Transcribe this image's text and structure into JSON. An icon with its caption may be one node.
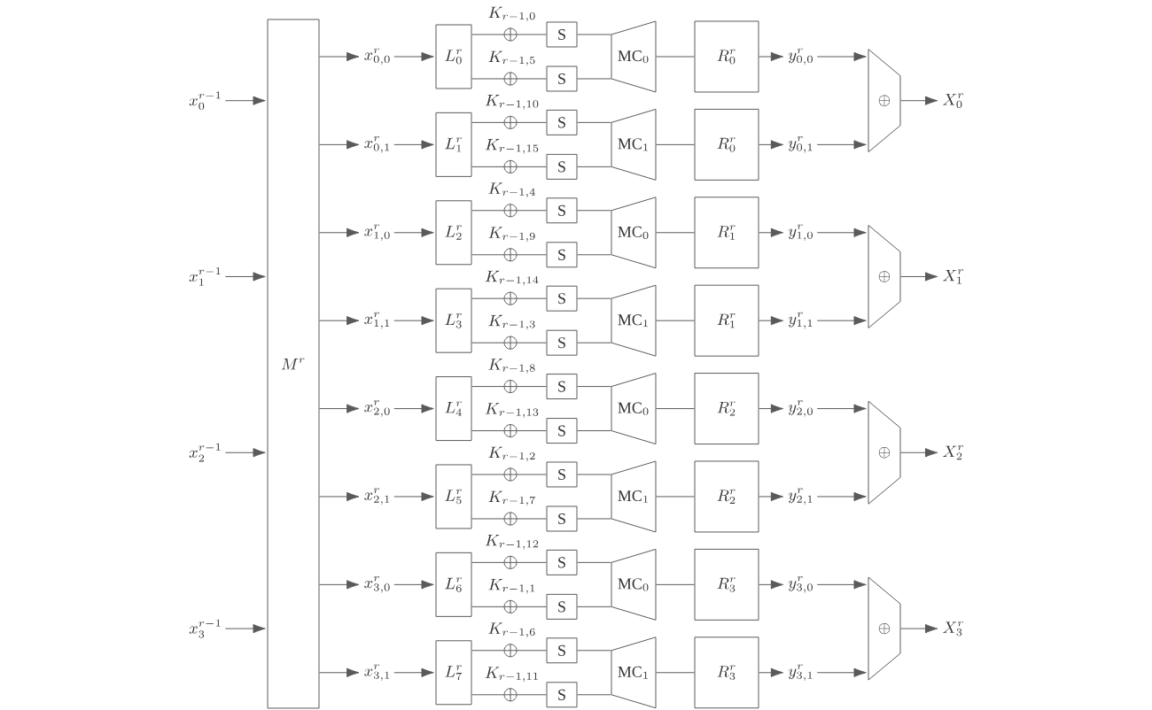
{
  "diagram": {
    "nodes": [
      {
        "text": [
          "x_{0}^{r-1}"
        ]
      },
      {
        "text": [
          "x_{1}^{r-1}"
        ]
      },
      {
        "text": [
          "x_{2}^{r-1}"
        ]
      },
      {
        "text": [
          "x_{3}^{r-1}"
        ]
      },
      {
        "text": [
          "M^{r}"
        ]
      },
      {
        "text": [
          "x_{0,0}^{r}"
        ]
      },
      {
        "text": [
          "x_{0,1}^{r}"
        ]
      },
      {
        "text": [
          "x_{1,0}^{r}"
        ]
      },
      {
        "text": [
          "x_{1,1}^{r}"
        ]
      },
      {
        "text": [
          "x_{2,0}^{r}"
        ]
      },
      {
        "text": [
          "x_{2,1}^{r}"
        ]
      },
      {
        "text": [
          "x_{3,0}^{r}"
        ]
      },
      {
        "text": [
          "x_{3,1}^{r}"
        ]
      },
      {
        "text": [
          "L_{0}^{r}"
        ]
      },
      {
        "text": [
          "L_{1}^{r}"
        ]
      },
      {
        "text": [
          "L_{2}^{r}"
        ]
      },
      {
        "text": [
          "L_{3}^{r}"
        ]
      },
      {
        "text": [
          "L_{4}^{r}"
        ]
      },
      {
        "text": [
          "L_{5}^{r}"
        ]
      },
      {
        "text": [
          "L_{6}^{r}"
        ]
      },
      {
        "text": [
          "L_{7}^{r}"
        ]
      },
      {
        "text": [],
        "shape": "circle",
        "beside": [
          "K_{r-1,0}"
        ]
      },
      {
        "text": [],
        "shape": "circle",
        "beside": [
          "K_{r-1,5}"
        ]
      },
      {
        "text": [],
        "shape": "circle",
        "beside": [
          "K_{r-1,10}"
        ]
      },
      {
        "text": [],
        "shape": "circle",
        "beside": [
          "K_{r-1,15}"
        ]
      },
      {
        "text": [],
        "shape": "circle",
        "beside": [
          "K_{r-1,4}"
        ]
      },
      {
        "text": [],
        "shape": "circle",
        "beside": [
          "K_{r-1,9}"
        ]
      },
      {
        "text": [],
        "shape": "circle",
        "beside": [
          "K_{r-1,14}"
        ]
      },
      {
        "text": [],
        "shape": "circle",
        "beside": [
          "K_{r-1,3}"
        ]
      },
      {
        "text": [],
        "shape": "circle",
        "beside": [
          "K_{r-1,8}"
        ]
      },
      {
        "text": [],
        "shape": "circle",
        "beside": [
          "K_{r-1,13}"
        ]
      },
      {
        "text": [],
        "shape": "circle",
        "beside": [
          "K_{r-1,2}"
        ]
      },
      {
        "text": [],
        "shape": "circle",
        "beside": [
          "K_{r-1,7}"
        ]
      },
      {
        "text": [],
        "shape": "circle",
        "beside": [
          "K_{r-1,12}"
        ]
      },
      {
        "text": [],
        "shape": "circle",
        "beside": [
          "K_{r-1,1}"
        ]
      },
      {
        "text": [],
        "shape": "circle",
        "beside": [
          "K_{r-1,6}"
        ]
      },
      {
        "text": [],
        "shape": "circle",
        "beside": [
          "K_{r-1,11}"
        ]
      },
      {
        "text": [
          "S"
        ]
      },
      {
        "text": [
          "S"
        ]
      },
      {
        "text": [
          "S"
        ]
      },
      {
        "text": [
          "S"
        ]
      },
      {
        "text": [
          "S"
        ]
      },
      {
        "text": [
          "S"
        ]
      },
      {
        "text": [
          "S"
        ]
      },
      {
        "text": [
          "S"
        ]
      },
      {
        "text": [
          "S"
        ]
      },
      {
        "text": [
          "S"
        ]
      },
      {
        "text": [
          "S"
        ]
      },
      {
        "text": [
          "S"
        ]
      },
      {
        "text": [
          "S"
        ]
      },
      {
        "text": [
          "S"
        ]
      },
      {
        "text": [
          "S"
        ]
      },
      {
        "text": [
          "S"
        ]
      },
      {
        "text": [
          "\\mathrm{MC}_{0}"
        ]
      },
      {
        "text": [
          "\\mathrm{MC}_{1}"
        ]
      },
      {
        "text": [
          "\\mathrm{MC}_{0}"
        ]
      },
      {
        "text": [
          "\\mathrm{MC}_{1}"
        ]
      },
      {
        "text": [
          "\\mathrm{MC}_{0}"
        ]
      },
      {
        "text": [
          "\\mathrm{MC}_{1}"
        ]
      },
      {
        "text": [
          "\\mathrm{MC}_{0}"
        ]
      },
      {
        "text": [
          "\\mathrm{MC}_{1}"
        ]
      },
      {
        "text": [
          "R_{0}^{r}"
        ]
      },
      {
        "text": [
          "R_{0}^{r}"
        ]
      },
      {
        "text": [
          "R_{1}^{r}"
        ]
      },
      {
        "text": [
          "R_{1}^{r}"
        ]
      },
      {
        "text": [
          "R_{2}^{r}"
        ]
      },
      {
        "text": [
          "R_{2}^{r}"
        ]
      },
      {
        "text": [
          "R_{3}^{r}"
        ]
      },
      {
        "text": [
          "R_{3}^{r}"
        ]
      },
      {
        "text": [
          "y_{0,0}^{r}"
        ]
      },
      {
        "text": [
          "y_{0,1}^{r}"
        ]
      },
      {
        "text": [
          "y_{1,0}^{r}"
        ]
      },
      {
        "text": [
          "y_{1,1}^{r}"
        ]
      },
      {
        "text": [
          "y_{2,0}^{r}"
        ]
      },
      {
        "text": [
          "y_{2,1}^{r}"
        ]
      },
      {
        "text": [
          "y_{3,0}^{r}"
        ]
      },
      {
        "text": [
          "y_{3,1}^{r}"
        ]
      },
      {
        "text": [
          "\\oplus"
        ]
      },
      {
        "text": [
          "\\oplus"
        ]
      },
      {
        "text": [
          "\\oplus"
        ]
      },
      {
        "text": [
          "\\oplus"
        ]
      },
      {
        "text": [
          "X_{0}^{r}"
        ]
      },
      {
        "text": [
          "X_{1}^{r}"
        ]
      },
      {
        "text": [
          "X_{2}^{r}"
        ]
      },
      {
        "text": [
          "X_{3}^{r}"
        ]
      }
    ],
    "edges": [
      {
        "from": 0,
        "to": 4,
        "arrow": "to"
      },
      {
        "from": 1,
        "to": 4,
        "arrow": "to"
      },
      {
        "from": 2,
        "to": 4,
        "arrow": "to"
      },
      {
        "from": 3,
        "to": 4,
        "arrow": "to"
      },
      {
        "from": 4,
        "to": 5,
        "arrow": "to"
      },
      {
        "from": 4,
        "to": 6,
        "arrow": "to"
      },
      {
        "from": 4,
        "to": 7,
        "arrow": "to"
      },
      {
        "from": 4,
        "to": 8,
        "arrow": "to"
      },
      {
        "from": 4,
        "to": 9,
        "arrow": "to"
      },
      {
        "from": 4,
        "to": 10,
        "arrow": "to"
      },
      {
        "from": 4,
        "to": 11,
        "arrow": "to"
      },
      {
        "from": 4,
        "to": 12,
        "arrow": "to"
      },
      {
        "from": 5,
        "to": 13,
        "arrow": "to"
      },
      {
        "from": 6,
        "to": 14,
        "arrow": "to"
      },
      {
        "from": 7,
        "to": 15,
        "arrow": "to"
      },
      {
        "from": 8,
        "to": 16,
        "arrow": "to"
      },
      {
        "from": 9,
        "to": 17,
        "arrow": "to"
      },
      {
        "from": 10,
        "to": 18,
        "arrow": "to"
      },
      {
        "from": 11,
        "to": 19,
        "arrow": "to"
      },
      {
        "from": 12,
        "to": 20,
        "arrow": "to"
      },
      {
        "from": 13,
        "to": 21,
        "arrow": "none"
      },
      {
        "from": 13,
        "to": 22,
        "arrow": "none"
      },
      {
        "from": 14,
        "to": 23,
        "arrow": "none"
      },
      {
        "from": 14,
        "to": 24,
        "arrow": "none"
      },
      {
        "from": 15,
        "to": 25,
        "arrow": "none"
      },
      {
        "from": 15,
        "to": 26,
        "arrow": "none"
      },
      {
        "from": 16,
        "to": 27,
        "arrow": "none"
      },
      {
        "from": 16,
        "to": 28,
        "arrow": "none"
      },
      {
        "from": 17,
        "to": 29,
        "arrow": "none"
      },
      {
        "from": 17,
        "to": 30,
        "arrow": "none"
      },
      {
        "from": 18,
        "to": 31,
        "arrow": "none"
      },
      {
        "from": 18,
        "to": 32,
        "arrow": "none"
      },
      {
        "from": 19,
        "to": 33,
        "arrow": "none"
      },
      {
        "from": 19,
        "to": 34,
        "arrow": "none"
      },
      {
        "from": 20,
        "to": 35,
        "arrow": "none"
      },
      {
        "from": 20,
        "to": 36,
        "arrow": "none"
      },
      {
        "from": 21,
        "to": 37,
        "arrow": "none"
      },
      {
        "from": 22,
        "to": 38,
        "arrow": "none"
      },
      {
        "from": 23,
        "to": 39,
        "arrow": "none"
      },
      {
        "from": 24,
        "to": 40,
        "arrow": "none"
      },
      {
        "from": 25,
        "to": 41,
        "arrow": "none"
      },
      {
        "from": 26,
        "to": 42,
        "arrow": "none"
      },
      {
        "from": 27,
        "to": 43,
        "arrow": "none"
      },
      {
        "from": 28,
        "to": 44,
        "arrow": "none"
      },
      {
        "from": 29,
        "to": 45,
        "arrow": "none"
      },
      {
        "from": 30,
        "to": 46,
        "arrow": "none"
      },
      {
        "from": 31,
        "to": 47,
        "arrow": "none"
      },
      {
        "from": 32,
        "to": 48,
        "arrow": "none"
      },
      {
        "from": 33,
        "to": 49,
        "arrow": "none"
      },
      {
        "from": 34,
        "to": 50,
        "arrow": "none"
      },
      {
        "from": 35,
        "to": 51,
        "arrow": "none"
      },
      {
        "from": 36,
        "to": 52,
        "arrow": "none"
      },
      {
        "from": 37,
        "to": 53,
        "arrow": "none"
      },
      {
        "from": 38,
        "to": 53,
        "arrow": "none"
      },
      {
        "from": 39,
        "to": 54,
        "arrow": "none"
      },
      {
        "from": 40,
        "to": 54,
        "arrow": "none"
      },
      {
        "from": 41,
        "to": 55,
        "arrow": "none"
      },
      {
        "from": 42,
        "to": 55,
        "arrow": "none"
      },
      {
        "from": 43,
        "to": 56,
        "arrow": "none"
      },
      {
        "from": 44,
        "to": 56,
        "arrow": "none"
      },
      {
        "from": 45,
        "to": 57,
        "arrow": "none"
      },
      {
        "from": 46,
        "to": 57,
        "arrow": "none"
      },
      {
        "from": 47,
        "to": 58,
        "arrow": "none"
      },
      {
        "from": 48,
        "to": 58,
        "arrow": "none"
      },
      {
        "from": 49,
        "to": 59,
        "arrow": "none"
      },
      {
        "from": 50,
        "to": 59,
        "arrow": "none"
      },
      {
        "from": 51,
        "to": 60,
        "arrow": "none"
      },
      {
        "from": 52,
        "to": 60,
        "arrow": "none"
      },
      {
        "from": 53,
        "to": 61,
        "arrow": "none"
      },
      {
        "from": 54,
        "to": 62,
        "arrow": "none"
      },
      {
        "from": 55,
        "to": 63,
        "arrow": "none"
      },
      {
        "from": 56,
        "to": 64,
        "arrow": "none"
      },
      {
        "from": 57,
        "to": 65,
        "arrow": "none"
      },
      {
        "from": 58,
        "to": 66,
        "arrow": "none"
      },
      {
        "from": 59,
        "to": 67,
        "arrow": "none"
      },
      {
        "from": 60,
        "to": 68,
        "arrow": "none"
      },
      {
        "from": 61,
        "to": 69,
        "arrow": "to"
      },
      {
        "from": 62,
        "to": 70,
        "arrow": "to"
      },
      {
        "from": 63,
        "to": 71,
        "arrow": "to"
      },
      {
        "from": 64,
        "to": 72,
        "arrow": "to"
      },
      {
        "from": 65,
        "to": 73,
        "arrow": "to"
      },
      {
        "from": 66,
        "to": 74,
        "arrow": "to"
      },
      {
        "from": 67,
        "to": 75,
        "arrow": "to"
      },
      {
        "from": 68,
        "to": 76,
        "arrow": "to"
      },
      {
        "from": 69,
        "to": 77,
        "arrow": "to"
      },
      {
        "from": 70,
        "to": 77,
        "arrow": "to"
      },
      {
        "from": 71,
        "to": 78,
        "arrow": "to"
      },
      {
        "from": 72,
        "to": 78,
        "arrow": "to"
      },
      {
        "from": 73,
        "to": 79,
        "arrow": "to"
      },
      {
        "from": 74,
        "to": 79,
        "arrow": "to"
      },
      {
        "from": 75,
        "to": 80,
        "arrow": "to"
      },
      {
        "from": 76,
        "to": 80,
        "arrow": "to"
      },
      {
        "from": 77,
        "to": 81,
        "arrow": "to"
      },
      {
        "from": 78,
        "to": 82,
        "arrow": "to"
      },
      {
        "from": 79,
        "to": 83,
        "arrow": "to"
      },
      {
        "from": 80,
        "to": 84,
        "arrow": "to"
      }
    ]
  }
}
